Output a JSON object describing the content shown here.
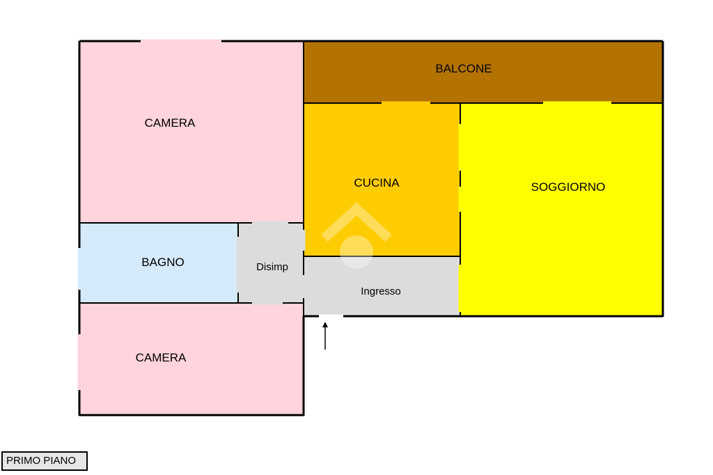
{
  "floor_label": "PRIMO PIANO",
  "rooms": {
    "camera_top": {
      "label": "CAMERA",
      "color": "#ffd4dc"
    },
    "bagno": {
      "label": "BAGNO",
      "color": "#d5eafb"
    },
    "disimpegno": {
      "label": "Disimp",
      "color": "#dcdcdc"
    },
    "camera_bottom": {
      "label": "CAMERA",
      "color": "#ffd4dc"
    },
    "balcone": {
      "label": "BALCONE",
      "color": "#b47300"
    },
    "cucina": {
      "label": "CUCINA",
      "color": "#ffcc00"
    },
    "soggiorno": {
      "label": "SOGGIORNO",
      "color": "#ffff00"
    },
    "ingresso": {
      "label": "Ingresso",
      "color": "#dcdcdc"
    }
  },
  "watermark": {
    "icon": "house-logo-icon"
  },
  "entrance": {
    "icon": "arrow-up-icon"
  }
}
